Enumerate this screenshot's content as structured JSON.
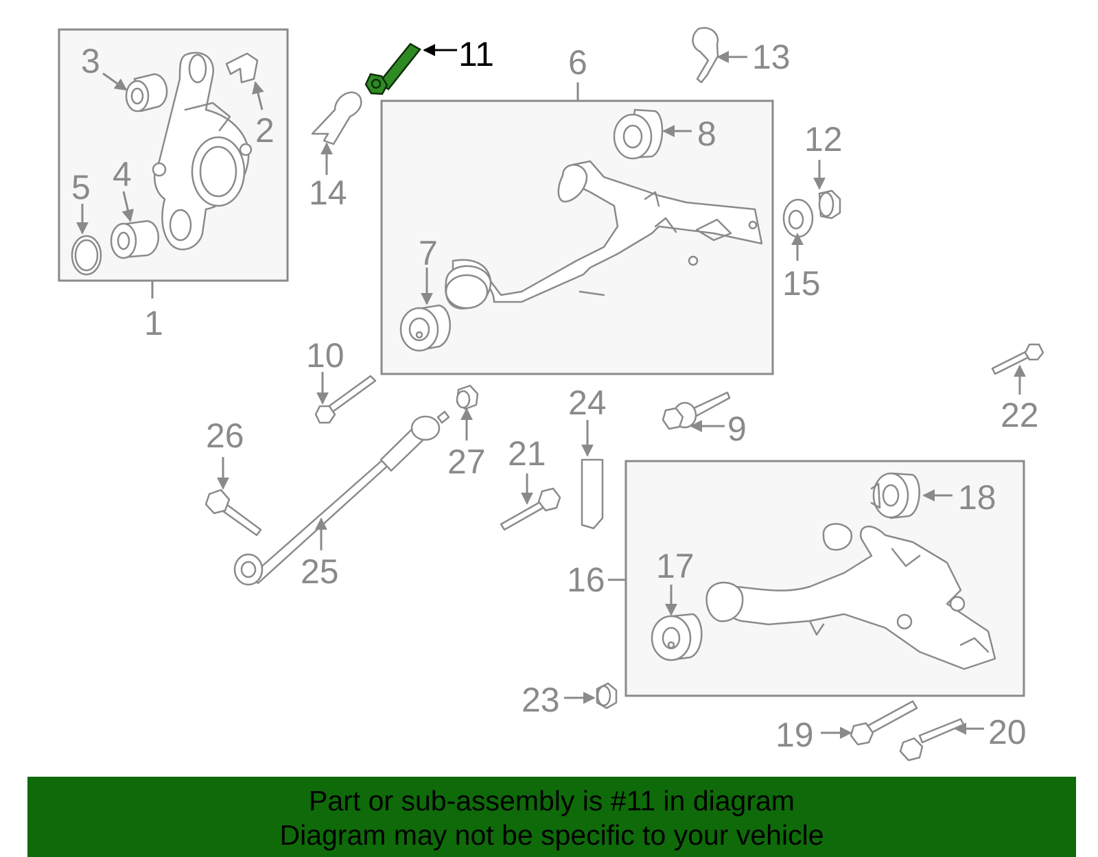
{
  "highlight_part": "11",
  "colors": {
    "highlight": "#2f8a23",
    "banner": "#0f6a0a",
    "line": "#8a8a8a"
  },
  "callouts": {
    "c1": "1",
    "c2": "2",
    "c3": "3",
    "c4": "4",
    "c5": "5",
    "c6": "6",
    "c7": "7",
    "c8": "8",
    "c9": "9",
    "c10": "10",
    "c11": "11",
    "c12": "12",
    "c13": "13",
    "c14": "14",
    "c15": "15",
    "c16": "16",
    "c17": "17",
    "c18": "18",
    "c19": "19",
    "c20": "20",
    "c21": "21",
    "c22": "22",
    "c23": "23",
    "c24": "24",
    "c25": "25",
    "c26": "26",
    "c27": "27"
  },
  "banner": {
    "line1": "Part or sub-assembly is #11 in diagram",
    "line2": "Diagram may not be specific to your vehicle"
  }
}
